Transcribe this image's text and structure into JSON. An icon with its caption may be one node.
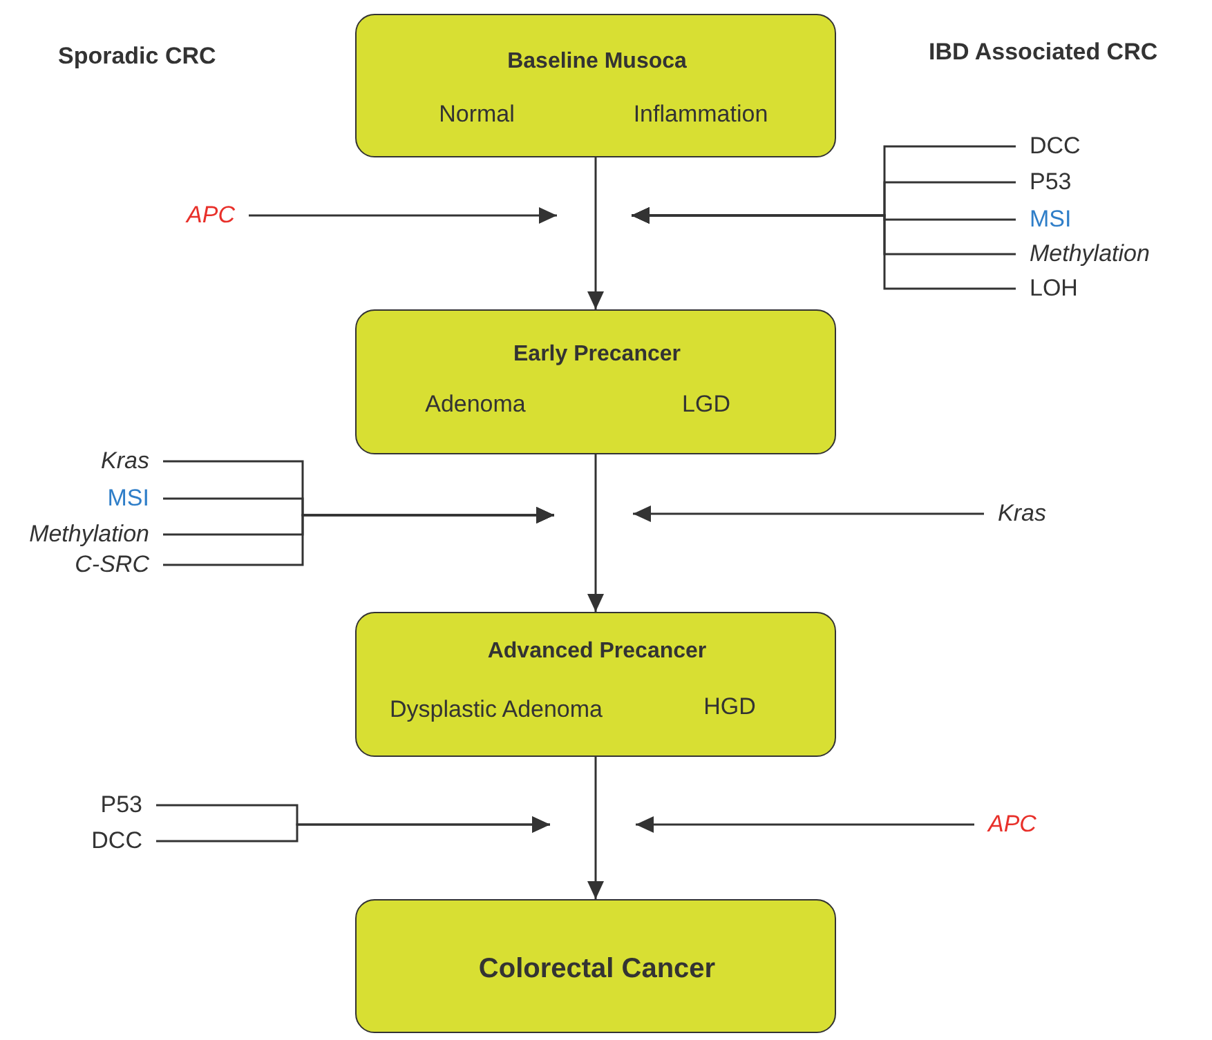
{
  "diagram": {
    "nodes": [
      {
        "text": [
          "Baseline Musoca",
          "Normal",
          "Inflammation"
        ]
      },
      {
        "text": [
          "Early Precancer",
          "Adenoma",
          "LGD"
        ]
      },
      {
        "text": [
          "Advanced Precancer",
          "Dysplastic Adenoma",
          "HGD"
        ]
      },
      {
        "text": [
          "Colorectal Cancer"
        ]
      },
      {
        "text": [
          "APC"
        ]
      },
      {
        "text": [
          "DCC"
        ]
      },
      {
        "text": [
          "P53"
        ]
      },
      {
        "text": [
          "MSI"
        ]
      },
      {
        "text": [
          "Methylation"
        ]
      },
      {
        "text": [
          "LOH"
        ]
      },
      {
        "text": [
          "Kras"
        ]
      },
      {
        "text": [
          "MSI"
        ]
      },
      {
        "text": [
          "Methylation"
        ]
      },
      {
        "text": [
          "C-SRC"
        ]
      },
      {
        "text": [
          "Kras"
        ]
      },
      {
        "text": [
          "P53"
        ]
      },
      {
        "text": [
          "DCC"
        ]
      },
      {
        "text": [
          "APC"
        ]
      }
    ],
    "edges": [
      {
        "from": 0,
        "to": 1,
        "arrow": "to"
      },
      {
        "from": 1,
        "to": 2,
        "arrow": "to"
      },
      {
        "from": 2,
        "to": 3,
        "arrow": "to"
      },
      {
        "from": 4,
        "to": null,
        "arrow": "to"
      },
      {
        "from": 5,
        "to": null,
        "arrow": "to"
      },
      {
        "from": 6,
        "to": null,
        "arrow": "to"
      },
      {
        "from": 7,
        "to": null,
        "arrow": "to"
      },
      {
        "from": 8,
        "to": null,
        "arrow": "to"
      },
      {
        "from": 9,
        "to": null,
        "arrow": "to"
      },
      {
        "from": 10,
        "to": null,
        "arrow": "to"
      },
      {
        "from": 11,
        "to": null,
        "arrow": "to"
      },
      {
        "from": 12,
        "to": null,
        "arrow": "to"
      },
      {
        "from": 13,
        "to": null,
        "arrow": "to"
      },
      {
        "from": 14,
        "to": null,
        "arrow": "to"
      },
      {
        "from": 15,
        "to": null,
        "arrow": "to"
      },
      {
        "from": 16,
        "to": null,
        "arrow": "to"
      },
      {
        "from": 17,
        "to": null,
        "arrow": "to"
      }
    ],
    "labels": [
      "Sporadic CRC",
      "IBD Associated CRC"
    ]
  }
}
